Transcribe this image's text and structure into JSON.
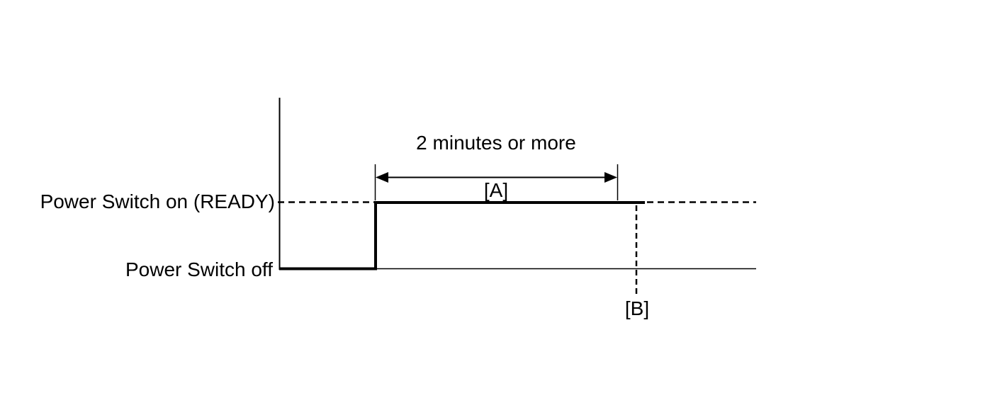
{
  "canvas": {
    "background_color": "#ffffff",
    "line_color": "#000000",
    "text_color": "#000000"
  },
  "diagram": {
    "type": "timing-waveform",
    "labels": {
      "level_on": "Power Switch on (READY)",
      "level_off": "Power Switch off",
      "duration": "2 minutes or more",
      "marker_a": "[A]",
      "marker_b": "[B]"
    },
    "waveform": {
      "signal": "Power Switch",
      "states": [
        {
          "level": "off",
          "until": "rising edge"
        },
        {
          "level": "on (READY)",
          "duration": "2 minutes or more [A]",
          "until": "[B]"
        }
      ]
    }
  }
}
